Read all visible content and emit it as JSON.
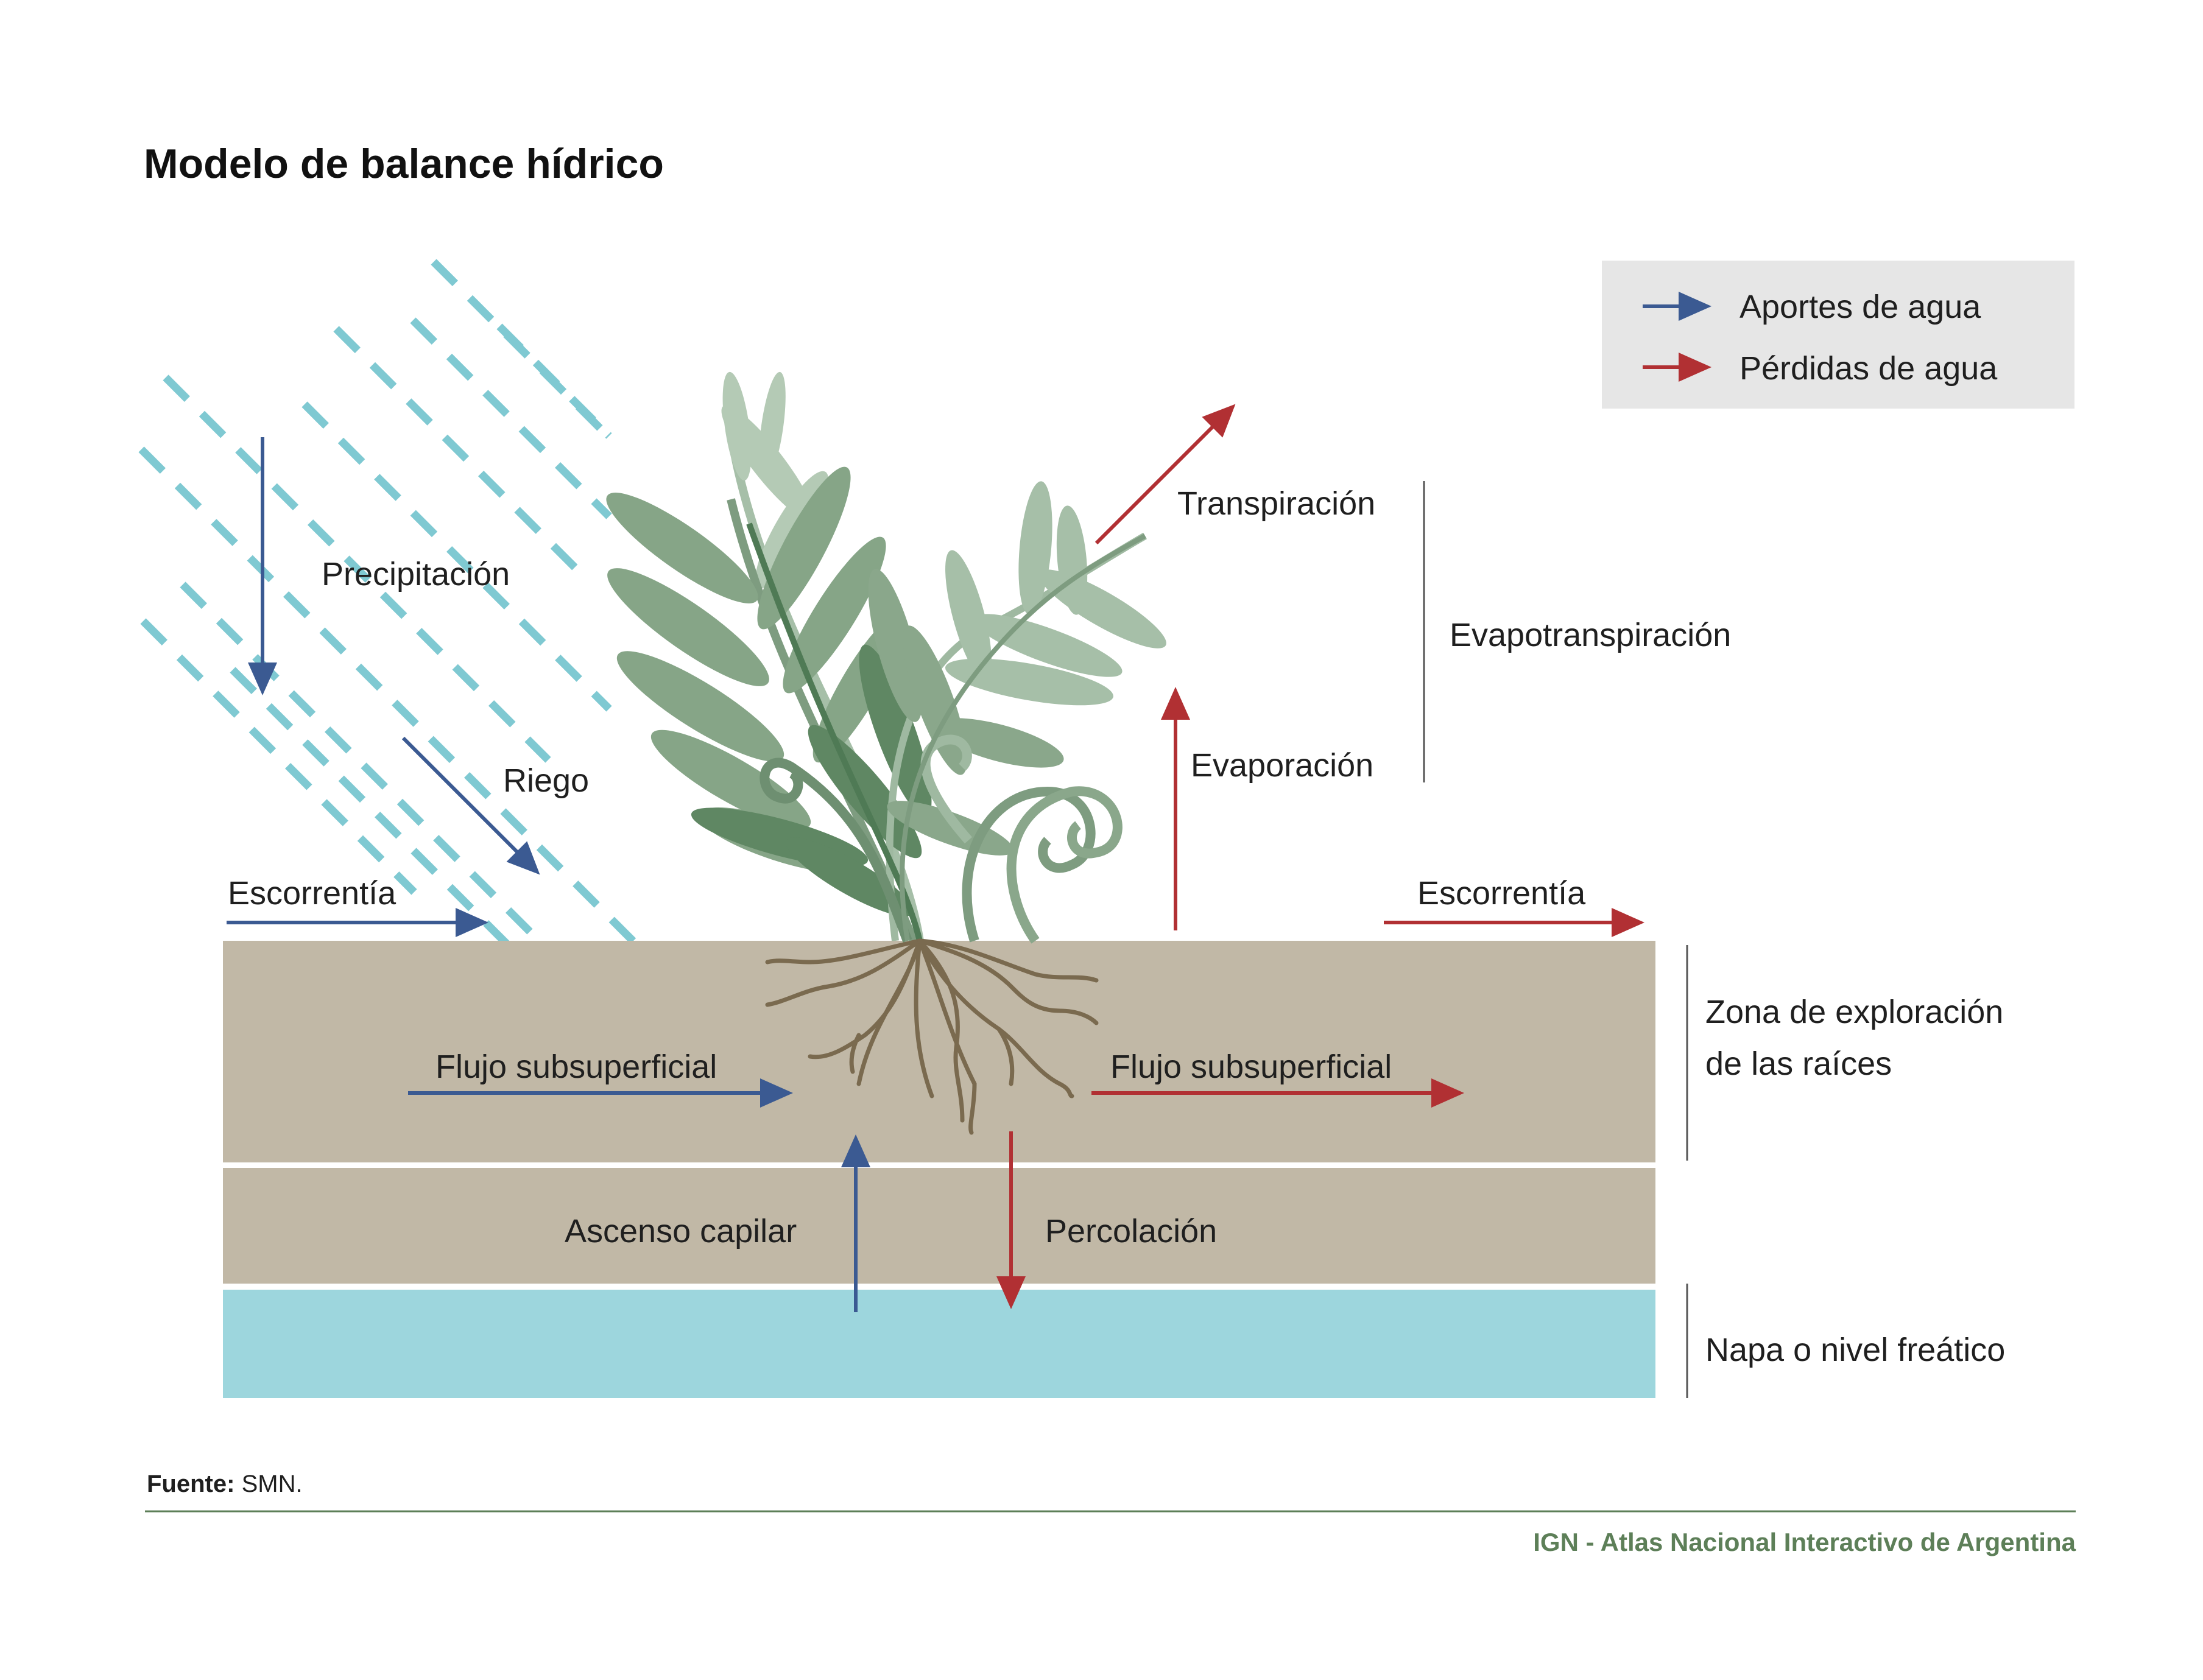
{
  "title": "Modelo de balance hídrico",
  "legend": {
    "inputs_label": "Aportes de agua",
    "losses_label": "Pérdidas de agua"
  },
  "colors": {
    "input": "#3b5a92",
    "loss": "#b13033",
    "rain": "#7fc9d2",
    "soil": "#c1b8a6",
    "water_table": "#9dd6dd",
    "legend_bg": "#e6e6e6",
    "footer_green": "#5d7f58",
    "root": "#7a6a4f"
  },
  "labels": {
    "precipitacion": "Precipitación",
    "riego": "Riego",
    "escorrentia_in": "Escorrentía",
    "escorrentia_out": "Escorrentía",
    "transpiracion": "Transpiración",
    "evaporacion": "Evaporación",
    "evapotranspiracion": "Evapotranspiración",
    "flujo_in": "Flujo subsuperficial",
    "flujo_out": "Flujo subsuperficial",
    "ascenso": "Ascenso capilar",
    "percolacion": "Percolación",
    "zona_line1": "Zona de exploración",
    "zona_line2": "de las raíces",
    "napa": "Napa o nivel freático"
  },
  "source": {
    "prefix": "Fuente:",
    "text": "SMN."
  },
  "footer": "IGN - Atlas Nacional Interactivo de Argentina"
}
